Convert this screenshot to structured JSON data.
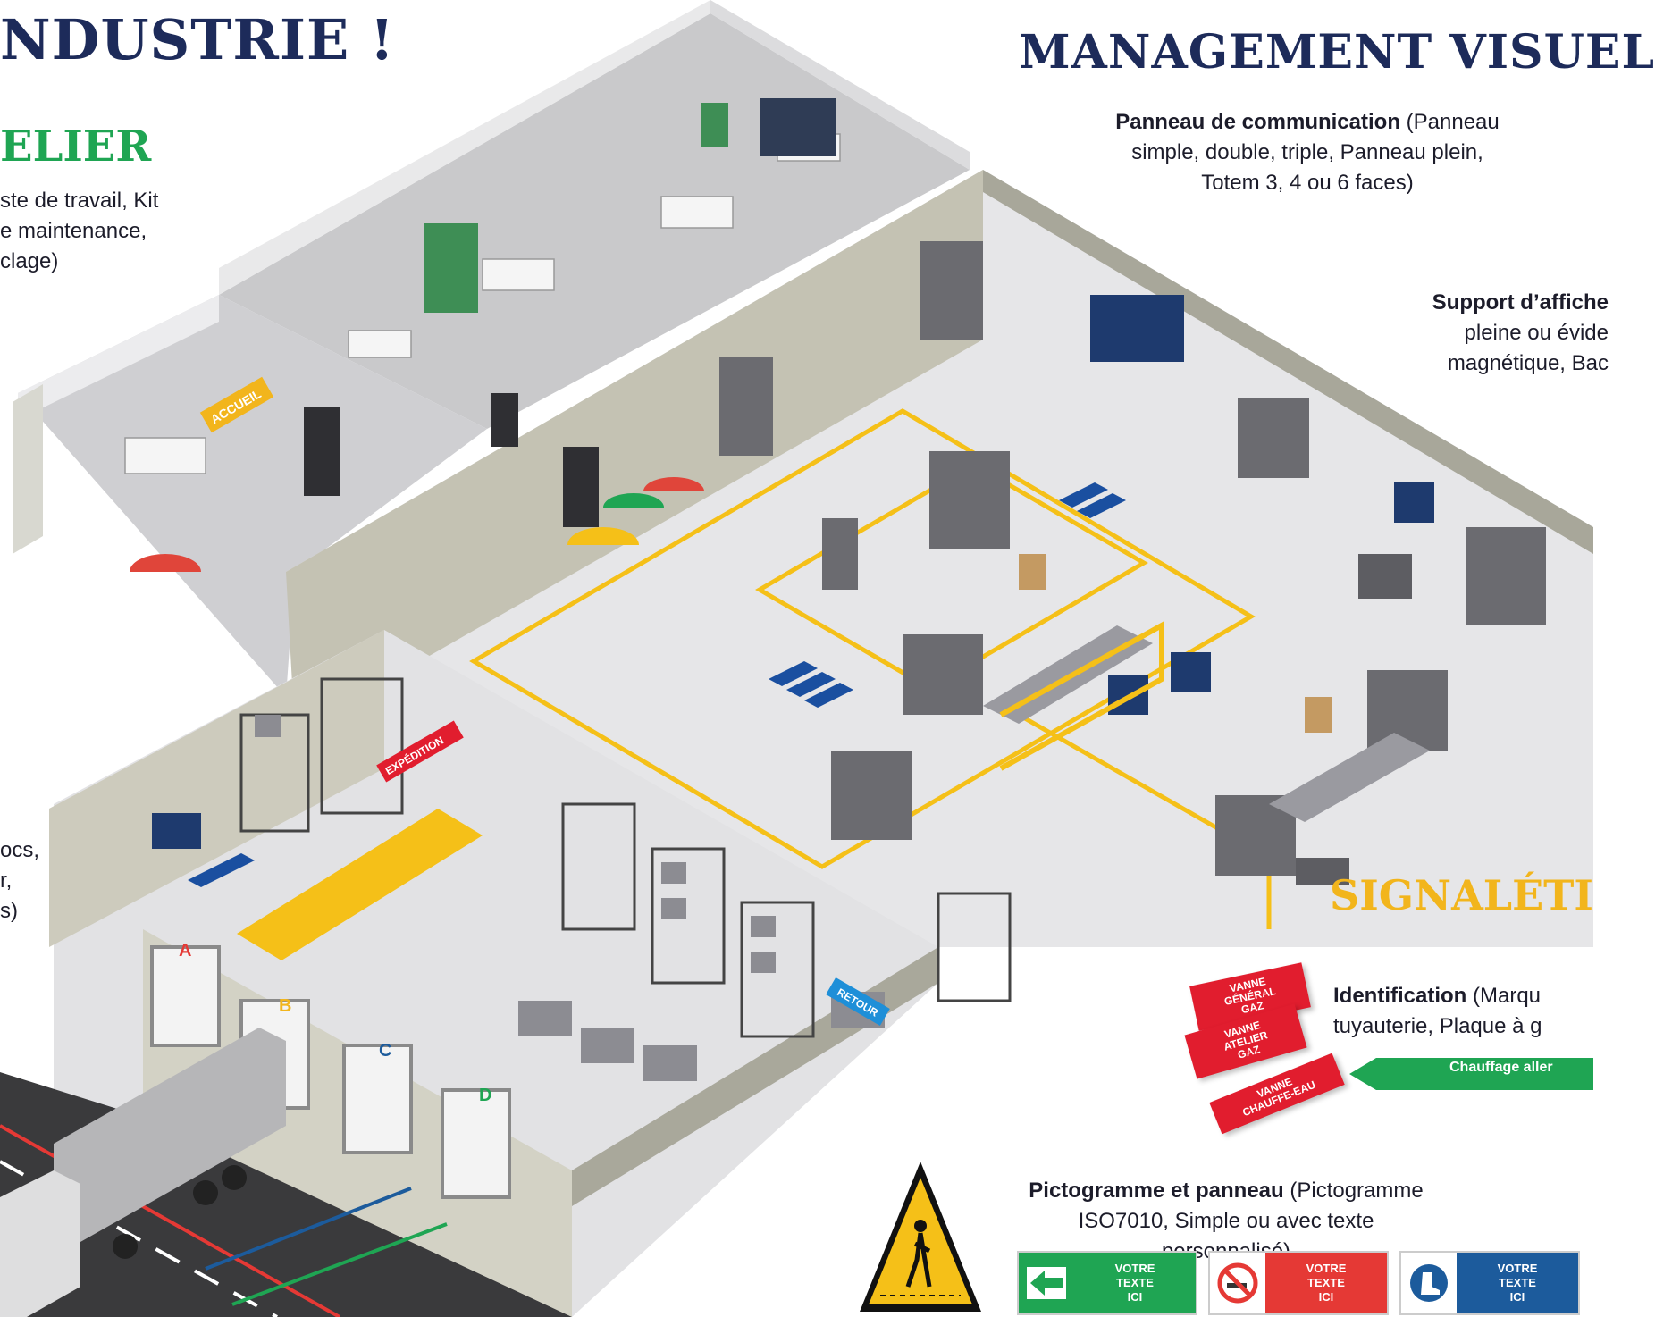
{
  "headings": {
    "title_left": "NDUSTRIE !",
    "title_right": "MANAGEMENT VISUEL",
    "atelier": "ELIER",
    "signaletique": "SIGNALÉTI"
  },
  "left_text": {
    "block1_lines": [
      "ste de travail, Kit",
      "e  maintenance,",
      "clage)"
    ],
    "block2_lines": [
      "ocs,",
      "r,",
      "s)"
    ]
  },
  "panneau": {
    "bold": "Panneau de communication",
    "rest_line1": " (Panneau",
    "line2": "simple, double, triple, Panneau plein,",
    "line3": "Totem 3, 4 ou 6 faces)"
  },
  "support": {
    "bold": "Support d’affiche",
    "line2": "pleine ou évide",
    "line3": "magnétique, Bac"
  },
  "identification": {
    "bold": "Identification",
    "rest_line1": " (Marqu",
    "line2": "tuyauterie, Plaque à g"
  },
  "pictogramme": {
    "bold": "Pictogramme et panneau",
    "rest_line1": " (Pictogramme",
    "line2": "ISO7010, Simple ou avec texte personnalisé)"
  },
  "pipe_marker": {
    "label": "Chauffage aller",
    "color": "#1fa553"
  },
  "red_plates": [
    "VANNE\nGÉNÉRAL\nGAZ",
    "VANNE\nATELIER\nGAZ",
    "VANNE\nCHAUFFE-EAU"
  ],
  "sign_panels": [
    {
      "text": "VOTRE\nTEXTE\nICI",
      "color": "#1fa553",
      "icon": "exit-arrow-icon"
    },
    {
      "text": "VOTRE\nTEXTE\nICI",
      "color": "#e53935",
      "icon": "no-smoking-icon"
    },
    {
      "text": "VOTRE\nTEXTE\nICI",
      "color": "#1c5b9c",
      "icon": "safety-boot-icon"
    }
  ],
  "scene_labels": {
    "accueil": "ACCUEIL",
    "expedition": "EXPÉDITION",
    "retour": "RETOUR",
    "docks": [
      "A",
      "B",
      "C",
      "D"
    ]
  },
  "colors": {
    "navy": "#1d2b5a",
    "green": "#1fa553",
    "yellow": "#f2b51c",
    "red": "#e11d2e",
    "blue": "#1c5b9c"
  }
}
